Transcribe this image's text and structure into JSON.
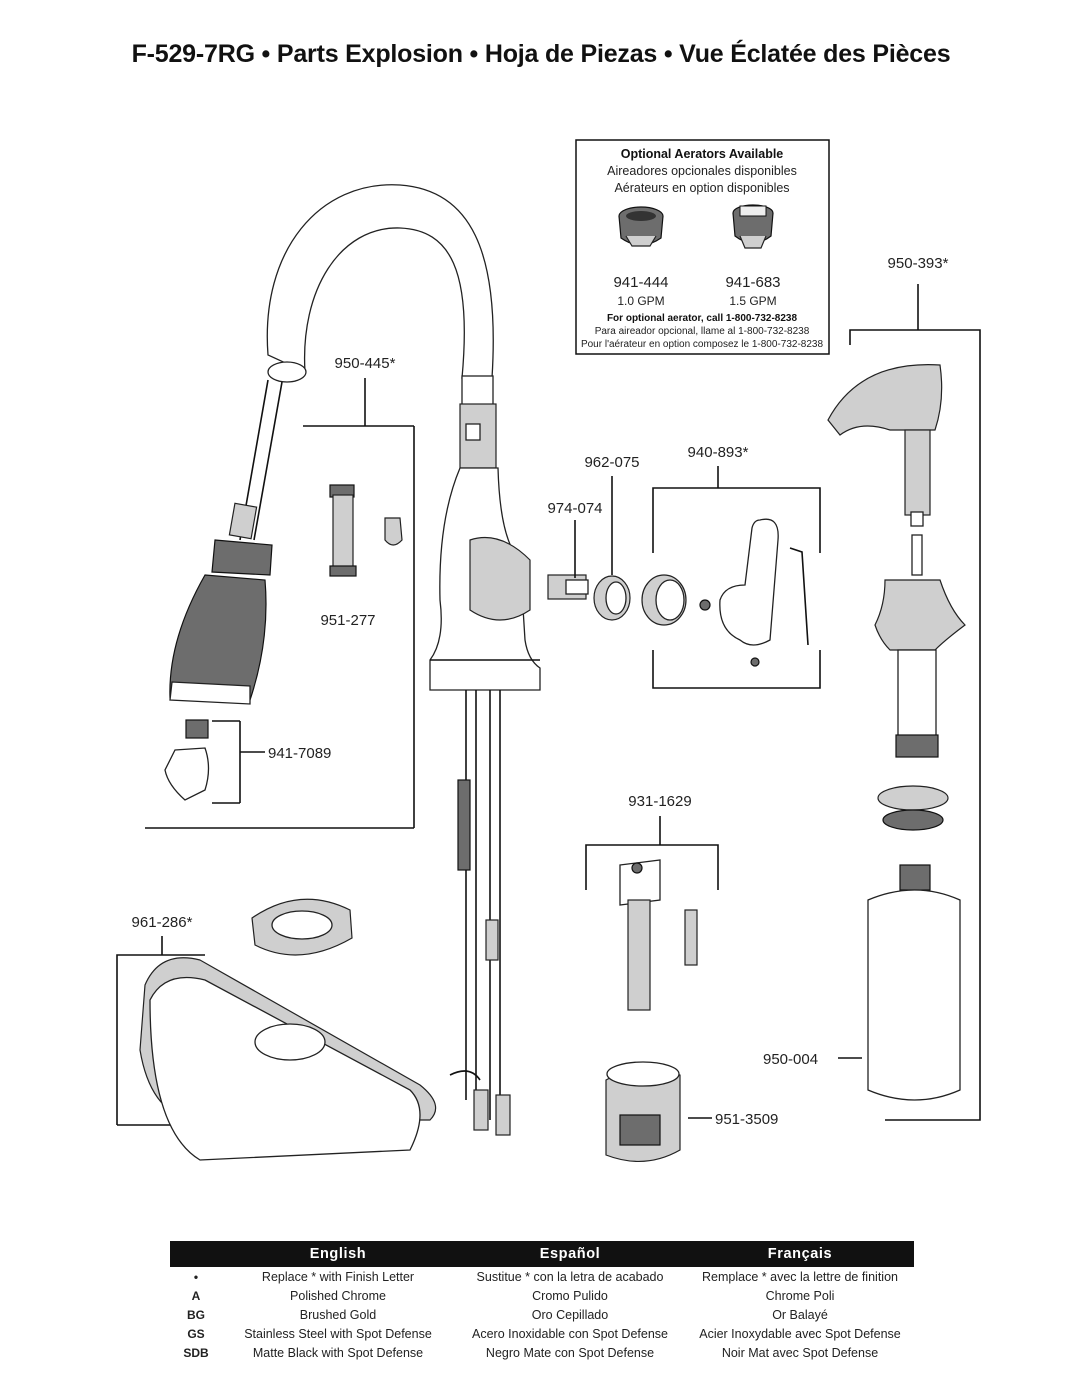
{
  "title": "F-529-7RG • Parts Explosion • Hoja de Piezas • Vue Éclatée des Pièces",
  "aerator_box": {
    "title": "Optional Aerators Available",
    "title_es": "Aireadores opcionales disponibles",
    "title_fr": "Aérateurs en option disponibles",
    "items": [
      {
        "part": "941-444",
        "flow": "1.0 GPM"
      },
      {
        "part": "941-683",
        "flow": "1.5 GPM"
      }
    ],
    "call_en": "For optional aerator, call 1-800-732-8238",
    "call_es": "Para aireador opcional, llame al 1-800-732-8238",
    "call_fr": "Pour l'aérateur en option composez le 1-800-732-8238"
  },
  "parts": {
    "p950_445": "950-445*",
    "p951_277": "951-277",
    "p941_7089": "941-7089",
    "p962_075": "962-075",
    "p974_074": "974-074",
    "p940_893": "940-893*",
    "p950_393": "950-393*",
    "p931_1629": "931-1629",
    "p961_286": "961-286*",
    "p950_004": "950-004",
    "p951_3509": "951-3509"
  },
  "legend": {
    "headers": [
      "English",
      "Español",
      "Français"
    ],
    "rows": [
      {
        "code": "•",
        "en": "Replace * with Finish Letter",
        "es": "Sustitue * con la letra de acabado",
        "fr": "Remplace * avec la lettre de finition"
      },
      {
        "code": "A",
        "en": "Polished Chrome",
        "es": "Cromo Pulido",
        "fr": "Chrome Poli"
      },
      {
        "code": "BG",
        "en": "Brushed Gold",
        "es": "Oro Cepillado",
        "fr": "Or Balayé"
      },
      {
        "code": "GS",
        "en": "Stainless Steel with Spot Defense",
        "es": "Acero Inoxidable con Spot Defense",
        "fr": "Acier Inoxydable avec Spot Defense"
      },
      {
        "code": "SDB",
        "en": "Matte Black with Spot Defense",
        "es": "Negro Mate con Spot Defense",
        "fr": "Noir Mat avec Spot Defense"
      }
    ]
  }
}
